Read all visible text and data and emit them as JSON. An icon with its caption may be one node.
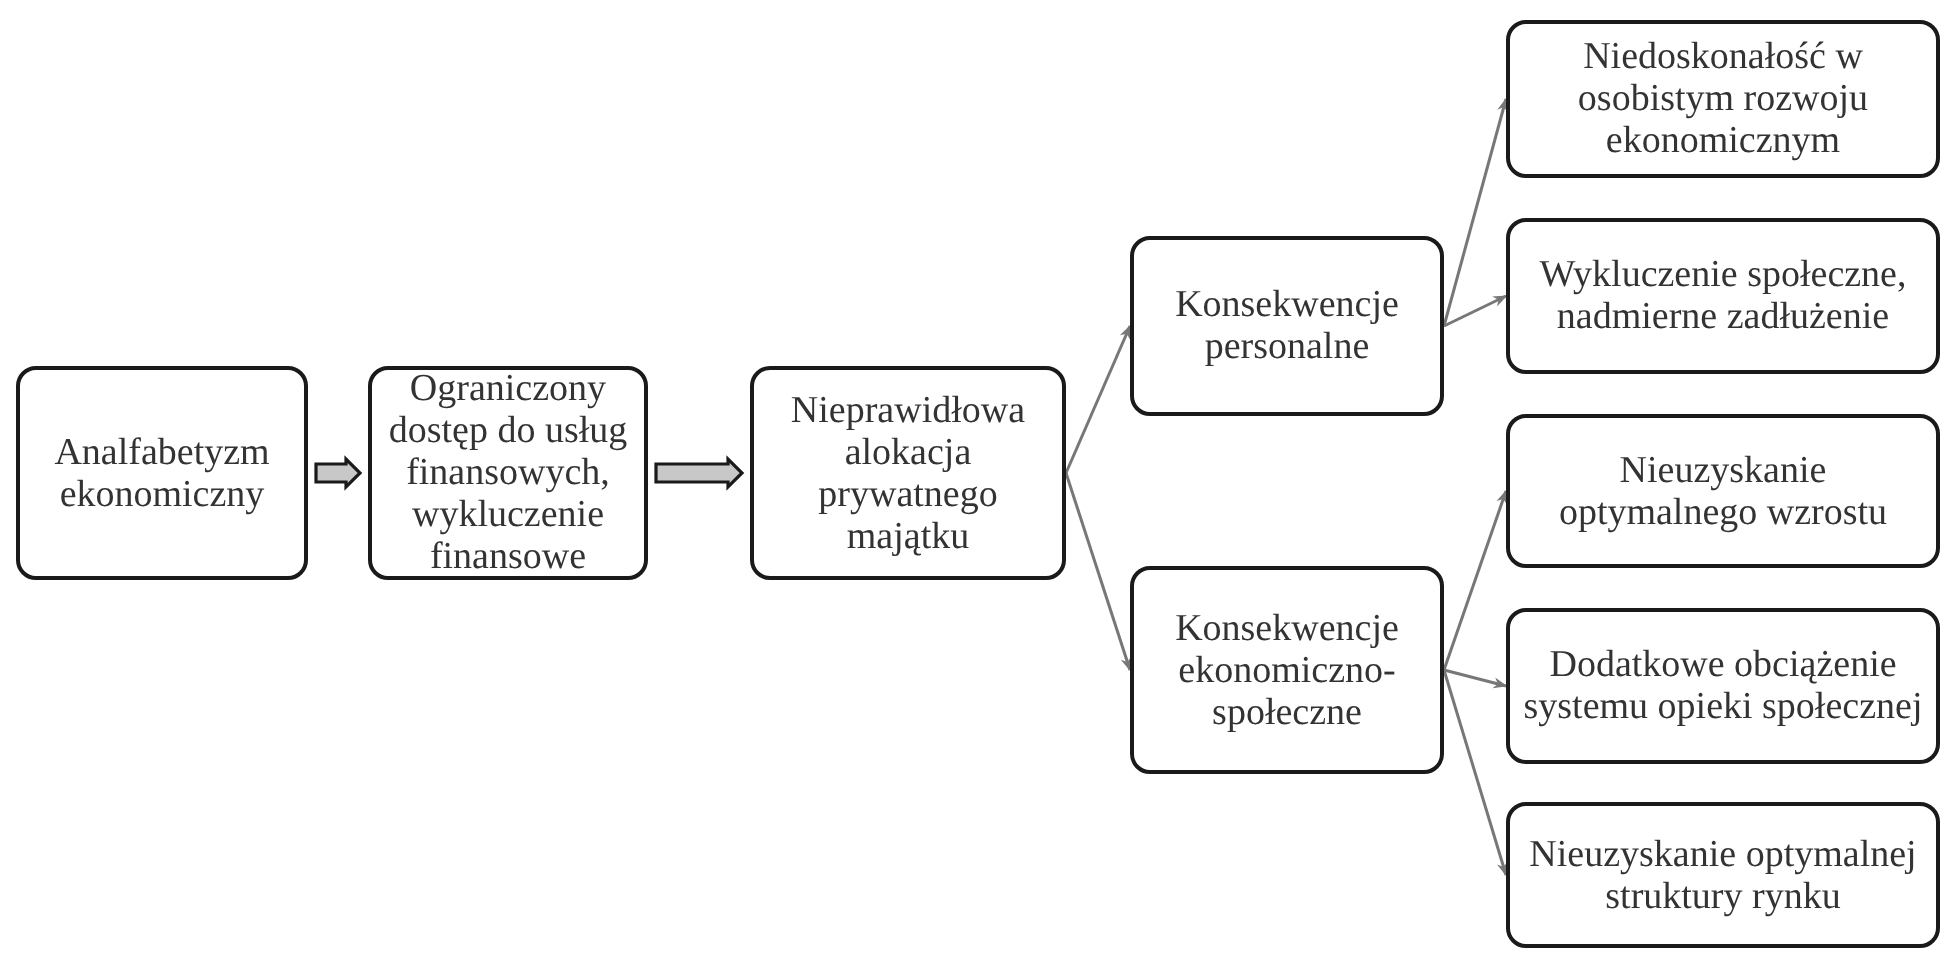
{
  "diagram": {
    "nodes": [
      {
        "text": [
          "Analfabetyzm ekonomiczny"
        ]
      },
      {
        "text": [
          "Ograniczony dostęp do usług finansowych, wykluczenie finansowe"
        ]
      },
      {
        "text": [
          "Nieprawidłowa alokacja prywatnego majątku"
        ]
      },
      {
        "text": [
          "Konsekwencje personalne"
        ]
      },
      {
        "text": [
          "Konsekwencje ekonomiczno-społeczne"
        ]
      },
      {
        "text": [
          "Niedoskonałość w osobistym rozwoju ekonomicznym"
        ]
      },
      {
        "text": [
          "Wykluczenie społeczne, nadmierne zadłużenie"
        ]
      },
      {
        "text": [
          "Nieuzyskanie optymalnego wzrostu"
        ]
      },
      {
        "text": [
          "Dodatkowe obciążenie systemu opieki społecznej"
        ]
      },
      {
        "text": [
          "Nieuzyskanie optymalnej struktury rynku"
        ]
      }
    ],
    "edges": [
      {
        "from": 0,
        "to": 1,
        "arrow": "to",
        "style": "thick"
      },
      {
        "from": 1,
        "to": 2,
        "arrow": "to",
        "style": "thick"
      },
      {
        "from": 2,
        "to": 3,
        "arrow": "to"
      },
      {
        "from": 2,
        "to": 4,
        "arrow": "to"
      },
      {
        "from": 3,
        "to": 5,
        "arrow": "to"
      },
      {
        "from": 3,
        "to": 6,
        "arrow": "to"
      },
      {
        "from": 4,
        "to": 7,
        "arrow": "to"
      },
      {
        "from": 4,
        "to": 8,
        "arrow": "to"
      },
      {
        "from": 4,
        "to": 9,
        "arrow": "to"
      }
    ]
  }
}
